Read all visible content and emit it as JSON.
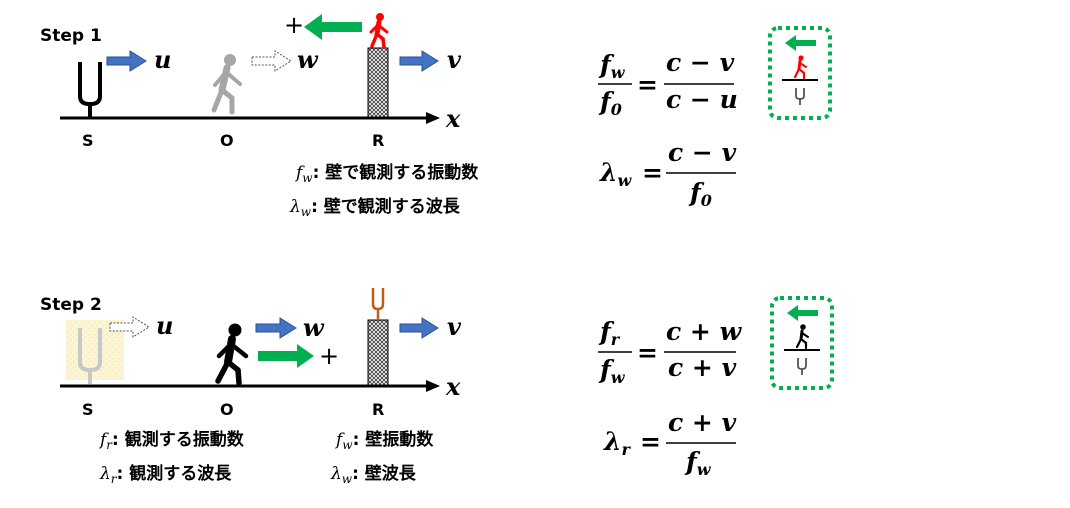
{
  "step1": {
    "title": "Step 1",
    "labels": {
      "S": "S",
      "O": "O",
      "R": "R",
      "x": "x"
    },
    "velocities": {
      "u": "u",
      "w": "w",
      "v": "v"
    },
    "plus": "+",
    "legend": [
      {
        "sym": "f",
        "sub": "w",
        "text": ": 壁で観測する振動数"
      },
      {
        "sym": "λ",
        "sub": "w",
        "text": ": 壁で観測する波長"
      }
    ],
    "eq1": {
      "lhs_num": "f",
      "lhs_num_sub": "w",
      "lhs_den": "f",
      "lhs_den_sub": "0",
      "rhs_num": "c − v",
      "rhs_den": "c − u"
    },
    "eq2": {
      "lhs": "λ",
      "lhs_sub": "w",
      "rhs_num": "c − v",
      "rhs_den": "f",
      "rhs_den_sub": "0"
    }
  },
  "step2": {
    "title": "Step 2",
    "labels": {
      "S": "S",
      "O": "O",
      "R": "R",
      "x": "x"
    },
    "velocities": {
      "u": "u",
      "w": "w",
      "v": "v"
    },
    "plus": "+",
    "legend_left": [
      {
        "sym": "f",
        "sub": "r",
        "text": ": 観測する振動数"
      },
      {
        "sym": "λ",
        "sub": "r",
        "text": ": 観測する波長"
      }
    ],
    "legend_right": [
      {
        "sym": "f",
        "sub": "w",
        "text": ": 壁振動数"
      },
      {
        "sym": "λ",
        "sub": "w",
        "text": ": 壁波長"
      }
    ],
    "eq1": {
      "lhs_num": "f",
      "lhs_num_sub": "r",
      "lhs_den": "f",
      "lhs_den_sub": "w",
      "rhs_num": "c + w",
      "rhs_den": "c + v"
    },
    "eq2": {
      "lhs": "λ",
      "lhs_sub": "r",
      "rhs_num": "c + v",
      "rhs_den": "f",
      "rhs_den_sub": "w"
    }
  },
  "operators": {
    "equals": "="
  },
  "colors": {
    "blue_arrow": "#4472c4",
    "green_arrow": "#00b050",
    "red_person": "#ff0000",
    "gray_person": "#a6a6a6",
    "orange_fork": "#c55a11",
    "green_dots": "#00b050",
    "faded_fill": "#fbf5d6"
  }
}
